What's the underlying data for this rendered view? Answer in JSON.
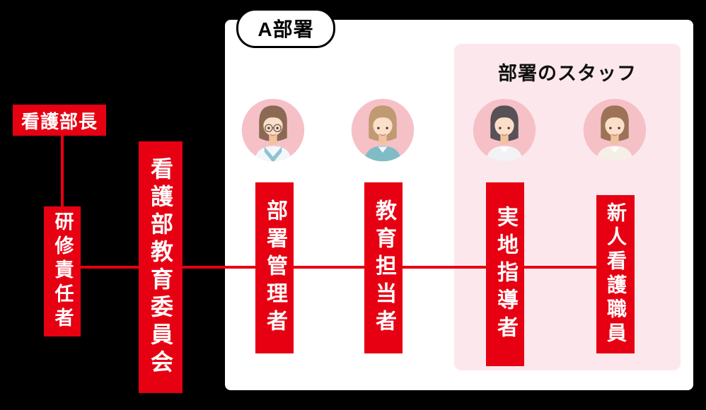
{
  "colors": {
    "accent_red": "#e60012",
    "background": "#000000",
    "panel_white": "#ffffff",
    "staff_panel_pink": "#fce8ec",
    "avatar_circle_pink": "#f6c0c7",
    "label_text": "#ffffff",
    "title_text": "#000000"
  },
  "org": {
    "director": "看護部長",
    "training_supervisor": "研修責任者",
    "education_committee": "看護部教育委員会"
  },
  "department": {
    "title": "A部署",
    "roles": [
      {
        "label": "部署管理者",
        "avatar": "nurse-with-glasses-avatar"
      },
      {
        "label": "教育担当者",
        "avatar": "nurse-teal-scrubs-avatar"
      }
    ],
    "staff_panel": {
      "title": "部署のスタッフ",
      "roles": [
        {
          "label": "実地指導者",
          "avatar": "nurse-dark-hair-avatar"
        },
        {
          "label": "新人看護職員",
          "avatar": "nurse-brown-hair-avatar"
        }
      ]
    }
  },
  "avatars": [
    {
      "name": "dept-manager-avatar",
      "hair": "#8b6952",
      "shirt": "#f2f7f9",
      "accent": "#8fc3cf",
      "glasses": true
    },
    {
      "name": "education-lead-avatar",
      "hair": "#c09a72",
      "shirt": "#7fbcc6",
      "glasses": false
    },
    {
      "name": "field-instructor-avatar",
      "hair": "#585156",
      "shirt": "#f3f2f4",
      "glasses": false
    },
    {
      "name": "new-nurse-avatar",
      "hair": "#9c7357",
      "shirt": "#f6efe7",
      "glasses": false
    }
  ]
}
